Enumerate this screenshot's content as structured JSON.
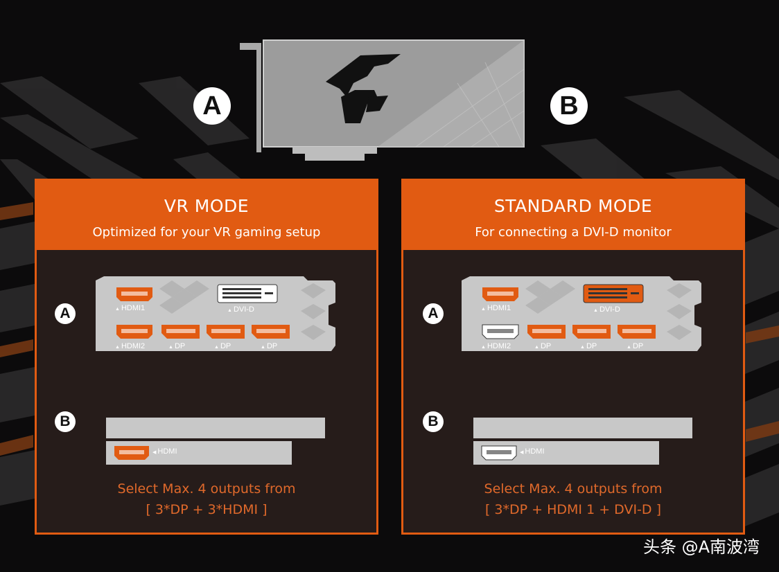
{
  "top_badges": {
    "a": "A",
    "b": "B"
  },
  "modes": [
    {
      "title": "VR MODE",
      "subtitle": "Optimized for your VR gaming setup",
      "bracket_a": {
        "badge": "A",
        "ports_top": [
          {
            "label": "HDMI1",
            "color": "#e15b12"
          },
          {
            "label": "DVI-D",
            "color": "#ffffff"
          }
        ],
        "ports_bottom": [
          {
            "label": "HDMI2",
            "color": "#e15b12"
          },
          {
            "label": "DP",
            "color": "#e15b12"
          },
          {
            "label": "DP",
            "color": "#e15b12"
          },
          {
            "label": "DP",
            "color": "#e15b12"
          }
        ]
      },
      "bracket_b": {
        "badge": "B",
        "port": {
          "label": "HDMI",
          "color": "#e15b12"
        }
      },
      "note_line1": "Select Max. 4 outputs from",
      "note_line2": "[ 3*DP + 3*HDMI ]"
    },
    {
      "title": "STANDARD MODE",
      "subtitle": "For connecting a DVI-D monitor",
      "bracket_a": {
        "badge": "A",
        "ports_top": [
          {
            "label": "HDMI1",
            "color": "#e15b12"
          },
          {
            "label": "DVI-D",
            "color": "#e15b12"
          }
        ],
        "ports_bottom": [
          {
            "label": "HDMI2",
            "color": "#ffffff"
          },
          {
            "label": "DP",
            "color": "#e15b12"
          },
          {
            "label": "DP",
            "color": "#e15b12"
          },
          {
            "label": "DP",
            "color": "#e15b12"
          }
        ]
      },
      "bracket_b": {
        "badge": "B",
        "port": {
          "label": "HDMI",
          "color": "#ffffff"
        }
      },
      "note_line1": "Select Max. 4 outputs from",
      "note_line2": "[ 3*DP + HDMI 1 + DVI-D ]"
    }
  ],
  "watermark": "头条 @A南波湾",
  "colors": {
    "accent": "#e15b12",
    "panel_bg": "#261c1a",
    "bracket": "#c8c8c8",
    "page_bg": "#0c0b0c"
  }
}
